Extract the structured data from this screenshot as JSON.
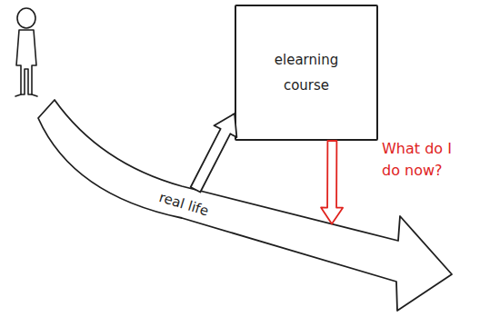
{
  "diagram": {
    "nodes": [
      {
        "text": [
          "elearning course"
        ]
      },
      {
        "text": [
          "real life"
        ]
      }
    ],
    "edges": [
      {
        "from": 1,
        "to": 0,
        "arrow": "to"
      },
      {
        "from": 0,
        "to": 1,
        "arrow": "to",
        "label": "What do I do now?"
      }
    ]
  }
}
